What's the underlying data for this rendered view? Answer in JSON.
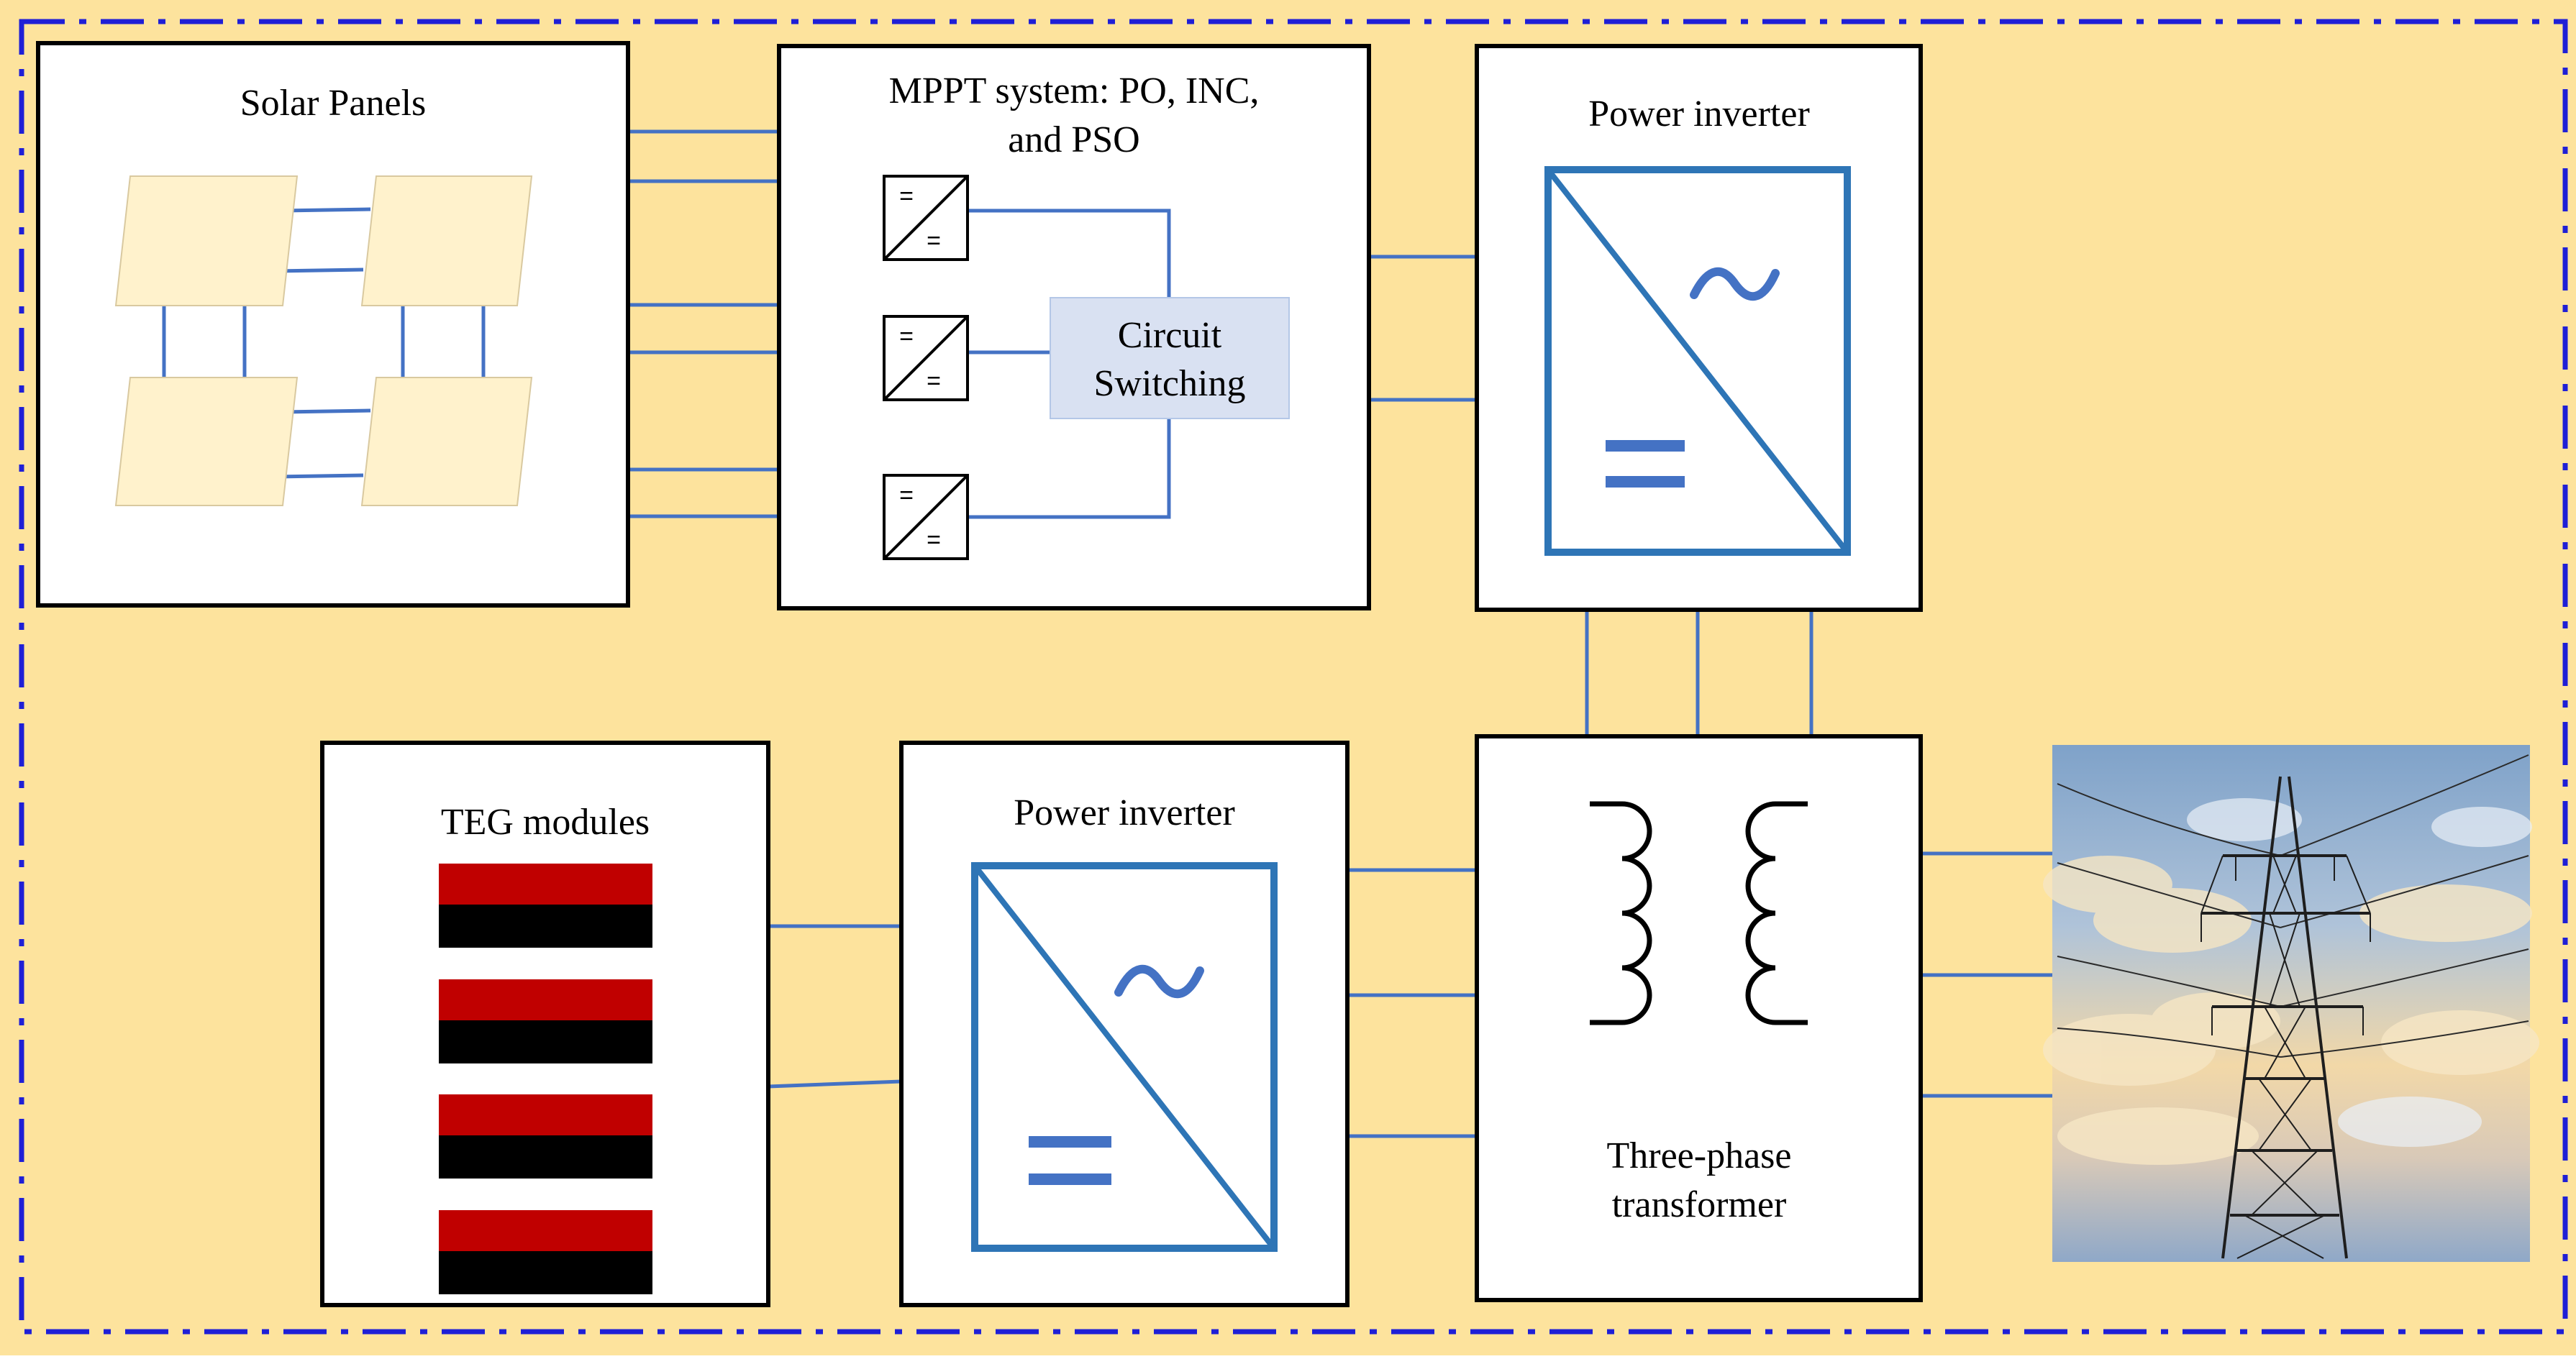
{
  "diagram": {
    "blocks": {
      "solar": {
        "title": "Solar Panels"
      },
      "mppt": {
        "title_line1": "MPPT system: PO, INC,",
        "title_line2": "and PSO"
      },
      "circuit_switching": {
        "line1": "Circuit",
        "line2": "Switching"
      },
      "inverter_top": {
        "title": "Power inverter"
      },
      "teg": {
        "title": "TEG modules"
      },
      "inverter_bottom": {
        "title": "Power inverter"
      },
      "transformer": {
        "line1": "Three-phase",
        "line2": "transformer"
      }
    },
    "symbols": {
      "dc": "=",
      "ac": "~"
    },
    "colors": {
      "background": "#FDE39D",
      "frame": "#1F1FD6",
      "wire": "#4472C4",
      "inverter_symbol": "#2E75B6",
      "panel_fill": "#FFF2CC",
      "switch_fill": "#D9E1F2",
      "teg_red": "#C00000",
      "teg_black": "#000000"
    },
    "icons": [
      "dc-dc-converter-icon",
      "inverter-icon",
      "transformer-coil-icon",
      "transmission-tower-icon"
    ]
  }
}
